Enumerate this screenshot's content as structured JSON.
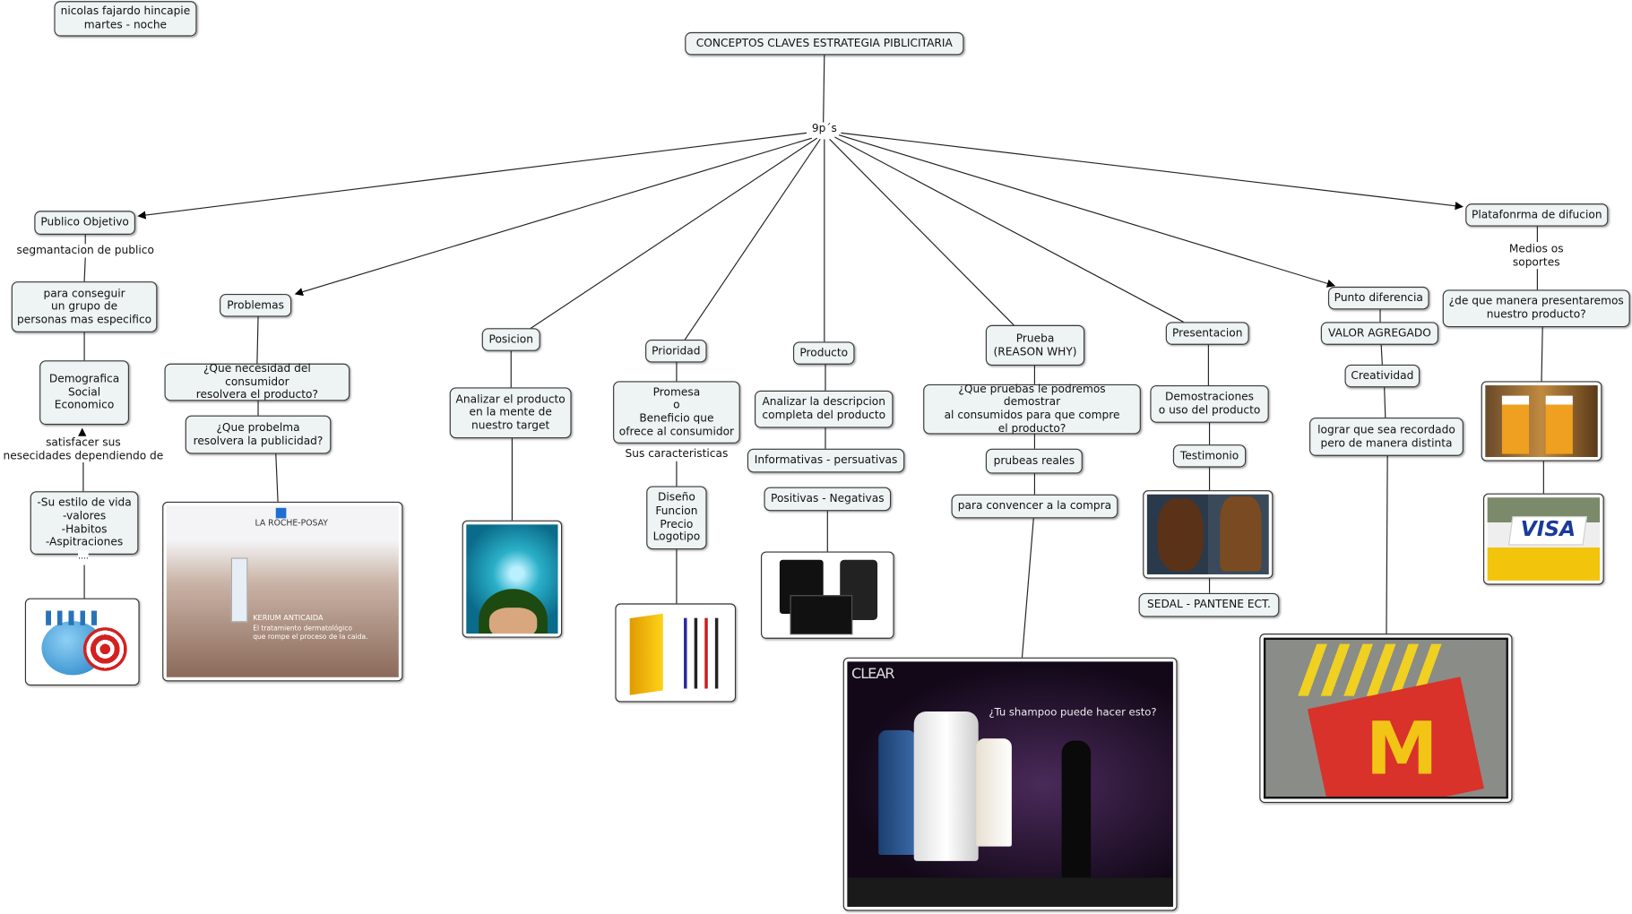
{
  "author": {
    "name": "nicolas fajardo hincapie\nmartes - noche"
  },
  "title": "CONCEPTOS CLAVES ESTRATEGIA PIBLICITARIA",
  "hub": "9p´s",
  "publico": {
    "concept": "Publico Objetivo",
    "link1": "segmantacion de publico",
    "box1": "para conseguir\nun grupo de\npersonas mas especifico",
    "box2": "Demografica\nSocial\nEconomico",
    "link2": "satisfacer sus\nnesecidades dependiendo de",
    "box3": "-Su estilo de vida\n-valores\n-Habitos\n-Aspitraciones",
    "link3": "...."
  },
  "problemas": {
    "concept": "Problemas",
    "q1": "¿Que necesidad del consumidor\nresolvera el producto?",
    "q2": "¿Que probelma\nresolvera la publicidad?",
    "image_text": {
      "brand": "LA ROCHE-POSAY",
      "product": "KERIUM ANTICAIDA",
      "tagline": "El tratamiento dermatológico\nque rompe el proceso de la caida."
    }
  },
  "posicion": {
    "concept": "Posicion",
    "box1": "Analizar el producto\nen la mente de\nnuestro target"
  },
  "prioridad": {
    "concept": "Prioridad",
    "box1": "Promesa\no\nBeneficio que\nofrece al consumidor",
    "link1": "Sus caracteristicas",
    "box2": "Diseño\nFuncion\nPrecio\nLogotipo"
  },
  "producto": {
    "concept": "Producto",
    "box1": "Analizar la descripcion\ncompleta del producto",
    "box2": "Informativas - persuativas",
    "box3": "Positivas - Negativas"
  },
  "prueba": {
    "concept": "Prueba\n(REASON WHY)",
    "box1": "¿Que pruebas le podremos demostrar\nal consumidos para que compre\nel producto?",
    "box2": "prubeas reales",
    "box3": "para convencer a la compra",
    "image_text": {
      "brand": "CLEAR",
      "headline": "¿Tu shampoo puede hacer esto?"
    }
  },
  "presentacion": {
    "concept": "Presentacion",
    "box1": "Demostraciones\no uso del producto",
    "box2": "Testimonio",
    "box3": "SEDAL - PANTENE ECT."
  },
  "punto": {
    "concept": "Punto diferencia",
    "box1": "VALOR AGREGADO",
    "box2": "Creatividad",
    "box3": "lograr que sea recordado\npero de manera distinta"
  },
  "plataforma": {
    "concept": "Platafonrma de difucion",
    "link1": "Medios os soportes",
    "box1": "¿de que manera presentaremos\nnuestro producto?",
    "image_text": {
      "visa": "VISA"
    }
  },
  "colors": {
    "node_fill": "#eef3f3",
    "node_border": "#3a3a3a",
    "line": "#222222"
  }
}
